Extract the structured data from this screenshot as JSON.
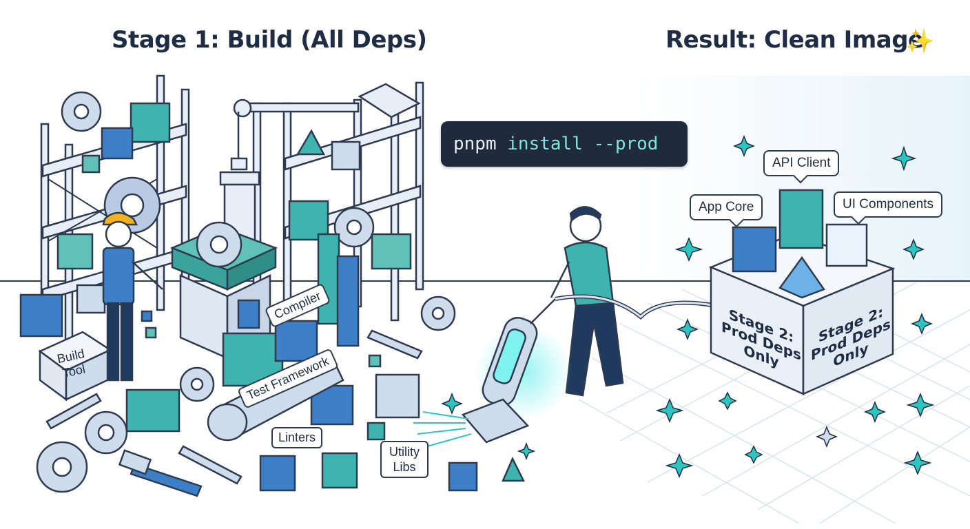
{
  "titles": {
    "left": "Stage 1: Build (All Deps)",
    "right": "Result: Clean Image",
    "right_icon": "sparkles-icon"
  },
  "command": {
    "prefix": "pnpm ",
    "keyword": "install --prod"
  },
  "build_stage": {
    "labels": {
      "build_tool": "Build Tool",
      "compiler": "Compiler",
      "test_framework": "Test Framework",
      "linters": "Linters",
      "utility_libs": "Utility Libs"
    }
  },
  "result_stage": {
    "bubbles": {
      "api_client": "API Client",
      "app_core": "App Core",
      "ui_components": "UI Components"
    },
    "box_label": "Stage 2: Prod Deps Only"
  },
  "colors": {
    "navy": "#1f2d44",
    "teal": "#3fb3ad",
    "blue": "#3d7fc7",
    "light_blue": "#cfe0f0",
    "accent_cyan": "#2ec4c0",
    "sparkle_gold": "#f4b21f"
  }
}
